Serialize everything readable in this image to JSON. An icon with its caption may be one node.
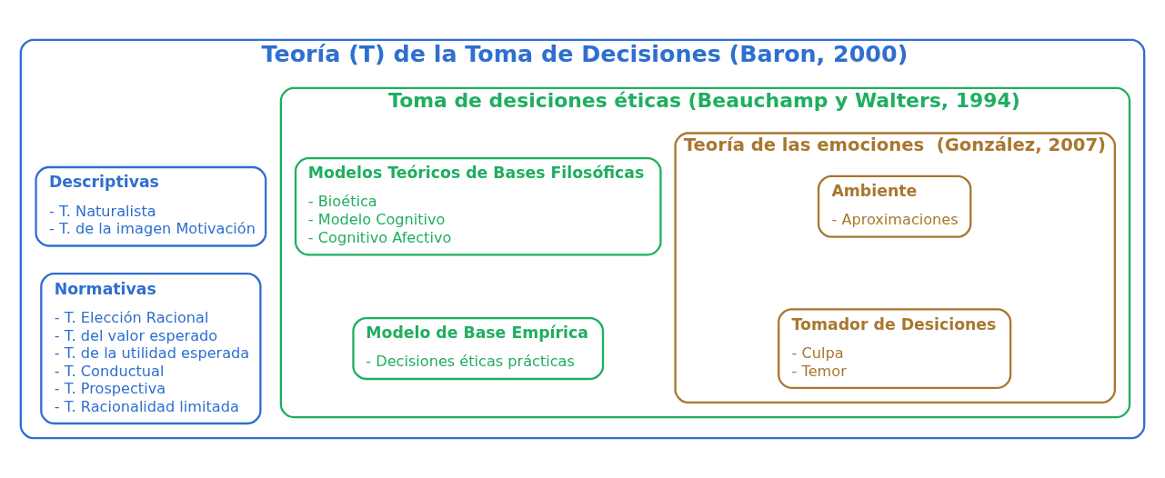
{
  "diagram": {
    "nodes": [
      {
        "text": [
          "Teoría (T) de la Toma de Decisiones (Baron, 2000)"
        ]
      },
      {
        "text": [
          "Descriptivas",
          "- T. Naturalista",
          "- T. de la imagen Motivación"
        ],
        "in": 0
      },
      {
        "text": [
          "Normativas",
          "- T. Elección Racional",
          "- T. del valor esperado",
          "- T. de la utilidad esperada",
          "- T. Conductual",
          "- T. Prospectiva",
          "- T. Racionalidad limitada"
        ],
        "in": 0
      },
      {
        "text": [
          "Toma de desiciones éticas (Beauchamp y Walters, 1994)"
        ],
        "in": 0
      },
      {
        "text": [
          "Modelos Teóricos de Bases Filosóficas",
          "- Bioética",
          "- Modelo Cognitivo",
          "- Cognitivo Afectivo"
        ],
        "in": 3
      },
      {
        "text": [
          "Modelo de Base Empírica",
          "- Decisiones éticas prácticas"
        ],
        "in": 3
      },
      {
        "text": [
          "Teoría de las emociones  (González, 2007)"
        ],
        "in": 3
      },
      {
        "text": [
          "Ambiente",
          "- Aproximaciones"
        ],
        "in": 6
      },
      {
        "text": [
          "Tomador de Desiciones",
          "- Culpa",
          "- Temor"
        ],
        "in": 6
      }
    ],
    "edges": []
  }
}
